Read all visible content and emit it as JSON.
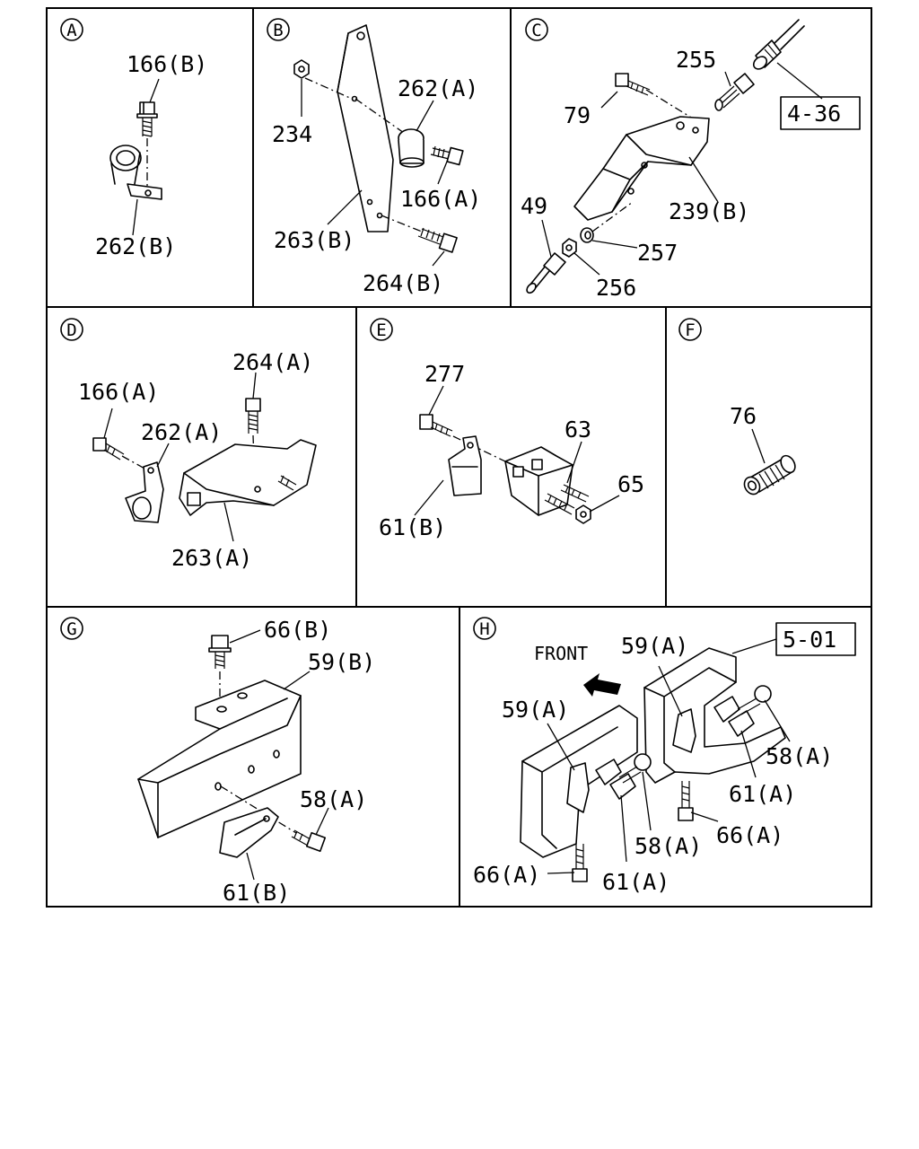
{
  "panels": {
    "A": {
      "letter": "A",
      "labels": [
        "166(B)",
        "262(B)"
      ]
    },
    "B": {
      "letter": "B",
      "labels": [
        "234",
        "262(A)",
        "166(A)",
        "263(B)",
        "264(B)"
      ]
    },
    "C": {
      "letter": "C",
      "labels": [
        "255",
        "79",
        "4-36",
        "239(B)",
        "49",
        "257",
        "256"
      ]
    },
    "D": {
      "letter": "D",
      "labels": [
        "264(A)",
        "166(A)",
        "262(A)",
        "263(A)"
      ]
    },
    "E": {
      "letter": "E",
      "labels": [
        "277",
        "63",
        "65",
        "61(B)"
      ]
    },
    "F": {
      "letter": "F",
      "labels": [
        "76"
      ]
    },
    "G": {
      "letter": "G",
      "labels": [
        "66(B)",
        "59(B)",
        "58(A)",
        "61(B)"
      ]
    },
    "H": {
      "letter": "H",
      "labels": [
        "FRONT",
        "59(A)",
        "5-01",
        "59(A)",
        "58(A)",
        "61(A)",
        "58(A)",
        "66(A)",
        "66(A)",
        "61(A)"
      ]
    }
  }
}
